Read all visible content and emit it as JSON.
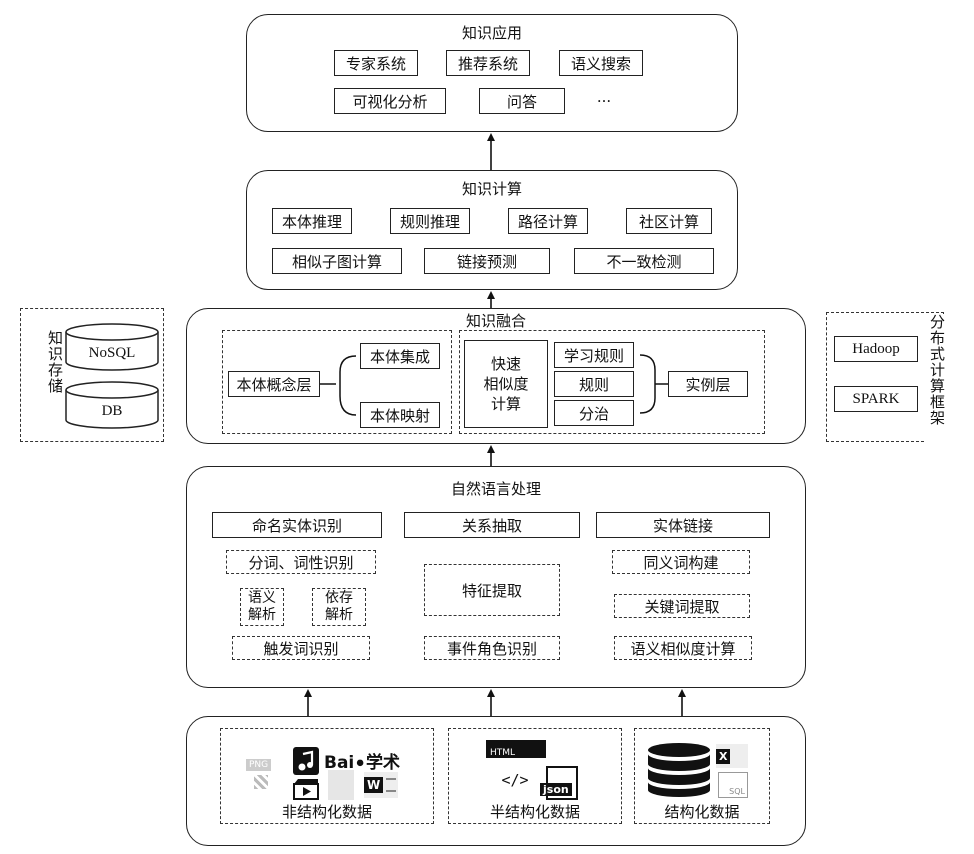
{
  "knowledge_application": {
    "title": "知识应用",
    "items": [
      "专家系统",
      "推荐系统",
      "语义搜索",
      "可视化分析",
      "问答",
      "···"
    ]
  },
  "knowledge_computing": {
    "title": "知识计算",
    "items": [
      "本体推理",
      "规则推理",
      "路径计算",
      "社区计算",
      "相似子图计算",
      "链接预测",
      "不一致检测"
    ]
  },
  "knowledge_fusion": {
    "title": "知识融合",
    "ontology_layer": "本体概念层",
    "ontology_integration": "本体集成",
    "ontology_mapping": "本体映射",
    "fast_similarity": "快速\n相似度\n计算",
    "learning_rules": "学习规则",
    "rules": "规则",
    "divide_conquer": "分治",
    "instance_layer": "实例层"
  },
  "knowledge_storage": {
    "label": "知识存储",
    "nosql": "NoSQL",
    "db": "DB"
  },
  "distributed_framework": {
    "label": "分布式计算框架",
    "hadoop": "Hadoop",
    "spark": "SPARK"
  },
  "nlp": {
    "title": "自然语言处理",
    "ner": {
      "header": "命名实体识别",
      "segmentation": "分词、词性识别",
      "semantic_parsing": "语义\n解析",
      "dependency_parsing": "依存\n解析",
      "trigger": "触发词识别"
    },
    "relation": {
      "header": "关系抽取",
      "feature": "特征提取",
      "event_role": "事件角色识别"
    },
    "linking": {
      "header": "实体链接",
      "synonym": "同义词构建",
      "keyword": "关键词提取",
      "semantic_similarity": "语义相似度计算"
    }
  },
  "data_sources": {
    "unstructured": "非结构化数据",
    "semi_structured": "半结构化数据",
    "structured": "结构化数据",
    "icon_text": {
      "png": "PNG",
      "baidu": "Bai",
      "xueshu": "学术",
      "word": "W",
      "html": "HTML",
      "code": "</>",
      "json": "json",
      "excel": "X",
      "sql": "SQL"
    }
  }
}
